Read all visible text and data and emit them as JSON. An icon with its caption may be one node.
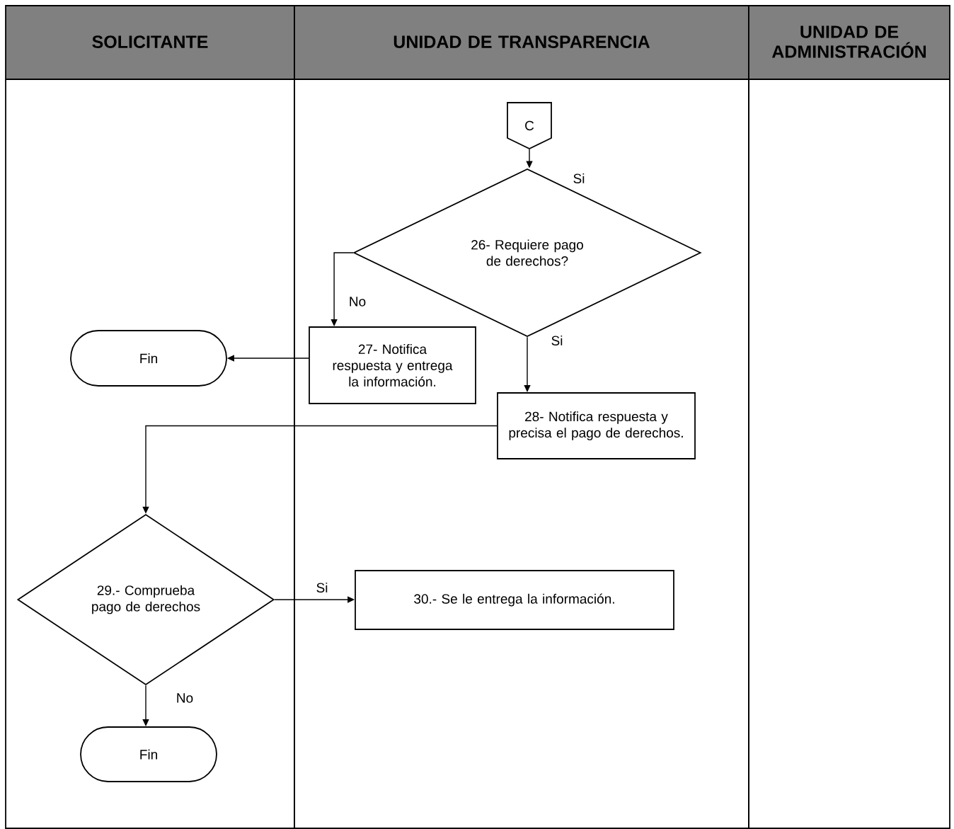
{
  "diagram": {
    "nodes": [
      {
        "text": [
          "SOLICITANTE"
        ]
      },
      {
        "text": [
          "UNIDAD DE TRANSPARENCIA"
        ]
      },
      {
        "text": [
          "UNIDAD DE ADMINISTRACIÓN"
        ]
      },
      {
        "text": [
          "C"
        ],
        "in": 1
      },
      {
        "text": [
          "26- Requiere pago de derechos?"
        ],
        "in": 1
      },
      {
        "text": [
          "27- Notifica respuesta y entrega la información."
        ],
        "in": 1
      },
      {
        "text": [
          "Fin"
        ],
        "in": 0
      },
      {
        "text": [
          "28- Notifica respuesta y precisa el pago de derechos."
        ],
        "in": 1
      },
      {
        "text": [
          "29.- Comprueba pago de derechos"
        ],
        "in": 0
      },
      {
        "text": [
          "30.- Se le entrega la información."
        ],
        "in": 1
      },
      {
        "text": [
          "Fin"
        ],
        "in": 0
      }
    ],
    "edges": [
      {
        "from": 3,
        "to": 4,
        "arrow": "to",
        "label": "Si"
      },
      {
        "from": 4,
        "to": 5,
        "arrow": "to",
        "label": "No"
      },
      {
        "from": 4,
        "to": 7,
        "arrow": "to",
        "label": "Si"
      },
      {
        "from": 5,
        "to": 6,
        "arrow": "to"
      },
      {
        "from": 7,
        "to": 8,
        "arrow": "to"
      },
      {
        "from": 8,
        "to": 9,
        "arrow": "to",
        "label": "Si"
      },
      {
        "from": 8,
        "to": 10,
        "arrow": "to",
        "label": "No"
      }
    ]
  }
}
